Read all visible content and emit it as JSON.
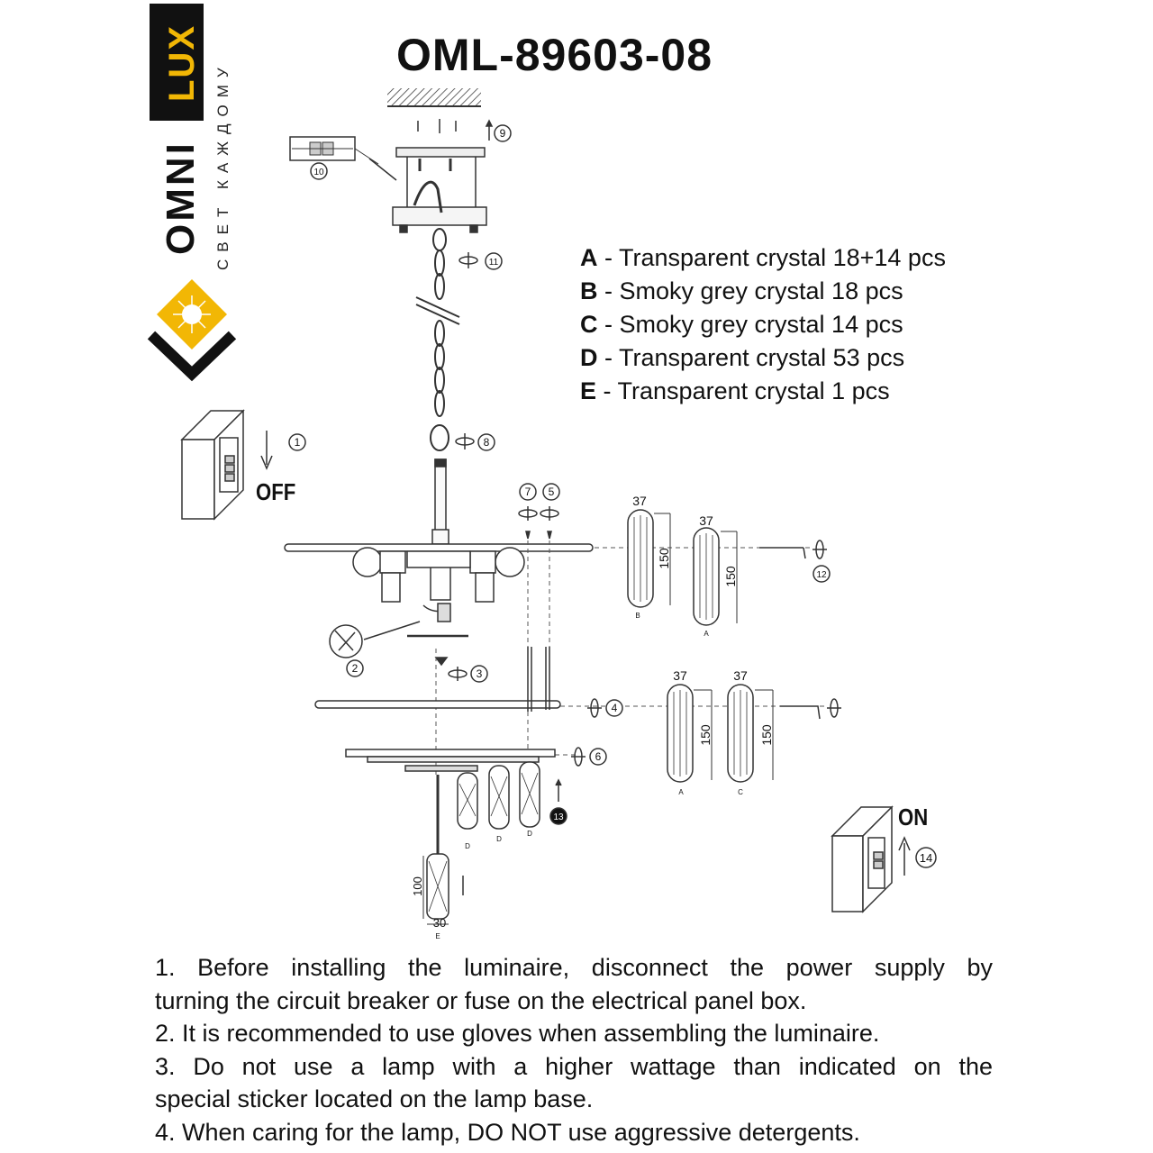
{
  "brand": {
    "name_highlight": "LUX",
    "name_main": "OMNI",
    "slogan": "СВЕТ КАЖДОМУ",
    "accent_color": "#f2b705"
  },
  "title": "OML-89603-08",
  "legend": [
    {
      "letter": "A",
      "text": "- Transparent crystal 18+14 pcs"
    },
    {
      "letter": "B",
      "text": "- Smoky grey crystal 18 pcs"
    },
    {
      "letter": "C",
      "text": "- Smoky grey crystal 14 pcs"
    },
    {
      "letter": "D",
      "text": "- Transparent crystal 53 pcs"
    },
    {
      "letter": "E",
      "text": "- Transparent crystal 1 pcs"
    }
  ],
  "switch_labels": {
    "off": "OFF",
    "on": "ON"
  },
  "crystal_dims": {
    "width": "37",
    "height": "150",
    "small_height": "100",
    "small_width": "30"
  },
  "part_letters": {
    "a": "A",
    "b": "B",
    "c": "C",
    "d": "D",
    "e": "E"
  },
  "steps": {
    "s1": "1",
    "s2": "2",
    "s3": "3",
    "s4": "4",
    "s5": "5",
    "s6": "6",
    "s7": "7",
    "s8": "8",
    "s9": "9",
    "s10": "10",
    "s11": "11",
    "s12": "12",
    "s13": "13",
    "s14": "14"
  },
  "notes": {
    "n1a": "1. Before installing the luminaire, disconnect the power supply by",
    "n1b": "turning the circuit breaker or fuse on the electrical panel box.",
    "n2": "2. It is recommended to use gloves when assembling the luminaire.",
    "n3a": "3. Do not use a lamp with a higher wattage than indicated on the",
    "n3b": "special sticker located on the lamp base.",
    "n4": "4. When caring for the lamp, DO NOT use aggressive detergents."
  }
}
